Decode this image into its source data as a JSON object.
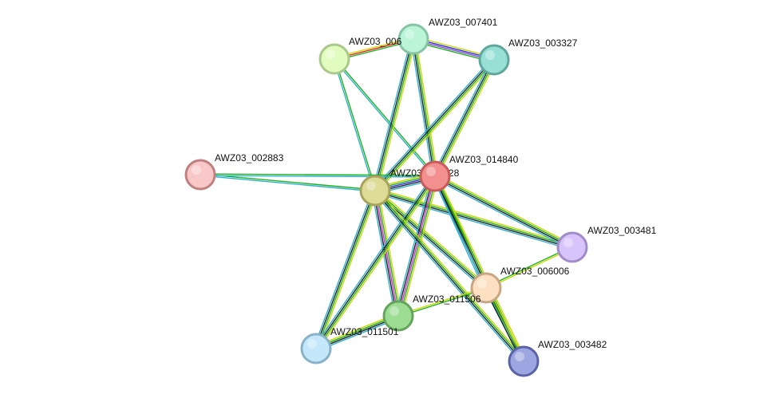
{
  "nodes": [
    {
      "id": "AWZ03_007401",
      "label": "AWZ03_007401",
      "fill": "#b9f5d6",
      "stroke": "#86c4a3"
    },
    {
      "id": "AWZ03_006",
      "label": "AWZ03_006",
      "fill": "#e2fbbf",
      "stroke": "#a9c98a"
    },
    {
      "id": "AWZ03_003327",
      "label": "AWZ03_003327",
      "fill": "#98e0d6",
      "stroke": "#5fa79c"
    },
    {
      "id": "AWZ03_002883",
      "label": "AWZ03_002883",
      "fill": "#f8c8c8",
      "stroke": "#c08080"
    },
    {
      "id": "AWZ03_015028",
      "label": "AWZ03_015028",
      "fill": "#dedb96",
      "stroke": "#a8a35c"
    },
    {
      "id": "AWZ03_014840",
      "label": "AWZ03_014840",
      "fill": "#f29090",
      "stroke": "#c95a5a"
    },
    {
      "id": "AWZ03_003481",
      "label": "AWZ03_003481",
      "fill": "#d8c3fb",
      "stroke": "#a28bc9"
    },
    {
      "id": "AWZ03_006006",
      "label": "AWZ03_006006",
      "fill": "#fde0c2",
      "stroke": "#c8a684"
    },
    {
      "id": "AWZ03_011506",
      "label": "AWZ03_011506",
      "fill": "#9cdc93",
      "stroke": "#64a45c"
    },
    {
      "id": "AWZ03_011501",
      "label": "AWZ03_011501",
      "fill": "#c4e8fa",
      "stroke": "#88b2c8"
    },
    {
      "id": "AWZ03_003482",
      "label": "AWZ03_003482",
      "fill": "#9da6e0",
      "stroke": "#5a63a6"
    }
  ],
  "edges": [
    {
      "source": "AWZ03_006",
      "target": "AWZ03_007401",
      "colors": [
        "#d6d800",
        "#e02020",
        "#20b020"
      ]
    },
    {
      "source": "AWZ03_007401",
      "target": "AWZ03_003327",
      "colors": [
        "#c8d800",
        "#3030e0",
        "#9050d0",
        "#20b020"
      ]
    },
    {
      "source": "AWZ03_006",
      "target": "AWZ03_015028",
      "colors": [
        "#20b020",
        "#30b0d0"
      ]
    },
    {
      "source": "AWZ03_006",
      "target": "AWZ03_014840",
      "colors": [
        "#20b020",
        "#30b0d0"
      ]
    },
    {
      "source": "AWZ03_007401",
      "target": "AWZ03_015028",
      "colors": [
        "#c8d800",
        "#20b020",
        "#222222",
        "#30b0d0"
      ]
    },
    {
      "source": "AWZ03_007401",
      "target": "AWZ03_014840",
      "colors": [
        "#c8d800",
        "#20b020",
        "#222222",
        "#30b0d0"
      ]
    },
    {
      "source": "AWZ03_003327",
      "target": "AWZ03_015028",
      "colors": [
        "#c8d800",
        "#20b020",
        "#222222",
        "#30b0d0"
      ]
    },
    {
      "source": "AWZ03_003327",
      "target": "AWZ03_014840",
      "colors": [
        "#c8d800",
        "#20b020",
        "#222222",
        "#30b0d0"
      ]
    },
    {
      "source": "AWZ03_002883",
      "target": "AWZ03_015028",
      "colors": [
        "#20b020",
        "#30b0d0"
      ]
    },
    {
      "source": "AWZ03_002883",
      "target": "AWZ03_014840",
      "colors": [
        "#20b020",
        "#30b0d0"
      ]
    },
    {
      "source": "AWZ03_015028",
      "target": "AWZ03_014840",
      "colors": [
        "#c8d800",
        "#20b020",
        "#3030e0",
        "#222222",
        "#30b0d0"
      ]
    },
    {
      "source": "AWZ03_015028",
      "target": "AWZ03_003481",
      "colors": [
        "#c8d800",
        "#20b020",
        "#222222",
        "#30b0d0"
      ]
    },
    {
      "source": "AWZ03_014840",
      "target": "AWZ03_003481",
      "colors": [
        "#c8d800",
        "#20b020",
        "#222222",
        "#30b0d0"
      ]
    },
    {
      "source": "AWZ03_015028",
      "target": "AWZ03_006006",
      "colors": [
        "#c8d800",
        "#20b020",
        "#222222",
        "#30b0d0"
      ]
    },
    {
      "source": "AWZ03_014840",
      "target": "AWZ03_006006",
      "colors": [
        "#c8d800",
        "#20b020",
        "#222222",
        "#30b0d0"
      ]
    },
    {
      "source": "AWZ03_015028",
      "target": "AWZ03_011506",
      "colors": [
        "#c8d800",
        "#20b020",
        "#d030d0",
        "#222222",
        "#30b0d0"
      ]
    },
    {
      "source": "AWZ03_014840",
      "target": "AWZ03_011506",
      "colors": [
        "#c8d800",
        "#20b020",
        "#d030d0",
        "#222222",
        "#30b0d0"
      ]
    },
    {
      "source": "AWZ03_015028",
      "target": "AWZ03_011501",
      "colors": [
        "#c8d800",
        "#20b020",
        "#222222",
        "#30b0d0"
      ]
    },
    {
      "source": "AWZ03_014840",
      "target": "AWZ03_011501",
      "colors": [
        "#c8d800",
        "#20b020",
        "#222222",
        "#30b0d0"
      ]
    },
    {
      "source": "AWZ03_015028",
      "target": "AWZ03_003482",
      "colors": [
        "#c8d800",
        "#20b020",
        "#222222",
        "#30b0d0"
      ]
    },
    {
      "source": "AWZ03_014840",
      "target": "AWZ03_003482",
      "colors": [
        "#c8d800",
        "#20b020",
        "#222222",
        "#30b0d0"
      ]
    },
    {
      "source": "AWZ03_003481",
      "target": "AWZ03_006006",
      "colors": [
        "#c8d800",
        "#20b020"
      ]
    },
    {
      "source": "AWZ03_006006",
      "target": "AWZ03_003482",
      "colors": [
        "#c8d800",
        "#20b020",
        "#222222"
      ]
    },
    {
      "source": "AWZ03_011506",
      "target": "AWZ03_006006",
      "colors": [
        "#c8d800",
        "#20b020"
      ]
    },
    {
      "source": "AWZ03_011501",
      "target": "AWZ03_011506",
      "colors": [
        "#c8d800",
        "#20b020",
        "#222222",
        "#30b0d0"
      ]
    }
  ]
}
